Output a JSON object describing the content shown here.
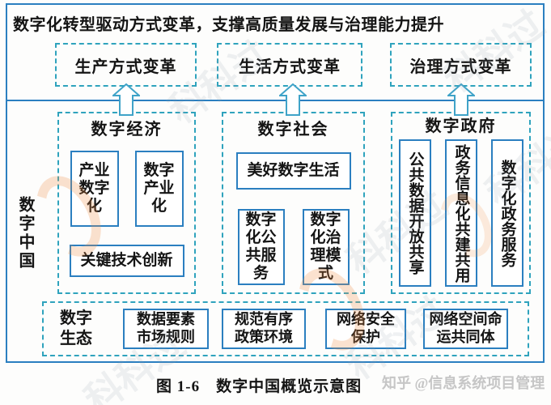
{
  "page": {
    "title": "数字化转型驱动方式变革，支撑高质量发展与治理能力提升",
    "caption": "图 1-6　数字中国概览示意图",
    "credit": "知乎 @信息系统项目管理",
    "watermark": "科科过"
  },
  "top_boxes": [
    {
      "label": "生产方式变革"
    },
    {
      "label": "生活方式变革"
    },
    {
      "label": "治理方式变革"
    }
  ],
  "container": {
    "label": "数字中国"
  },
  "columns": [
    {
      "title": "数字经济",
      "boxes": {
        "industry_digitalization": "产业\n数字\n化",
        "digital_industrialization": "数字\n产业\n化",
        "key_tech_innovation": "关键技术创新"
      }
    },
    {
      "title": "数字社会",
      "boxes": {
        "good_digital_life": "美好数字生活",
        "digital_public_service": "数字\n化公\n共服\n务",
        "digital_governance_mode": "数字\n化治\n理模\n式"
      }
    },
    {
      "title": "数字政府",
      "boxes": {
        "public_data_open_sharing": "公共数据开放共享",
        "gov_info_co_construction": "政务信息化共建共用",
        "digital_gov_service": "数字化政务服务"
      }
    }
  ],
  "bottom_row": {
    "label": "数字\n生态",
    "boxes": [
      "数据要素\n市场规则",
      "规范有序\n政策环境",
      "网络安全\n保护",
      "网络空间命\n运共同体"
    ]
  },
  "colors": {
    "solid_border": "#2b7fc0",
    "dashed_border": "#2fa3bd",
    "arrow": "#3fa3c8",
    "text": "#141414",
    "credit_gray": "#c6c6c6"
  }
}
